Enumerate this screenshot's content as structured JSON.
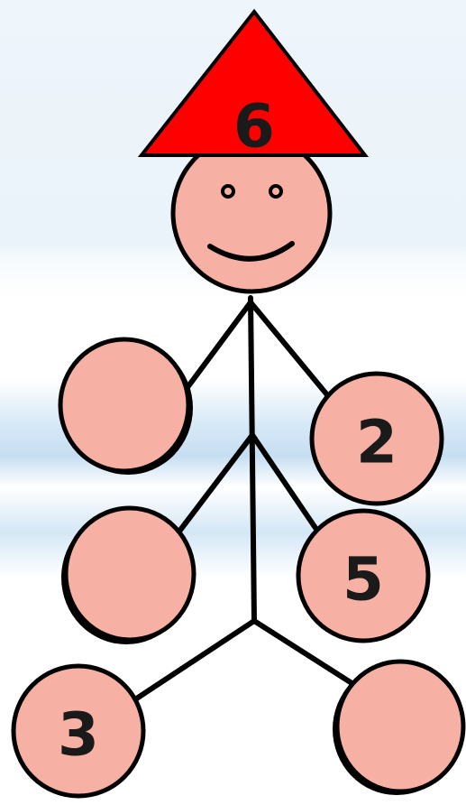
{
  "colors": {
    "triangle_fill": "#ff0000",
    "circle_fill": "#f7b0a4",
    "stroke": "#000000"
  },
  "diagram": {
    "top_number": "6",
    "circles": {
      "left_upper": "",
      "right_upper": "2",
      "left_middle": "",
      "right_middle": "5",
      "left_bottom": "3",
      "right_bottom": ""
    }
  }
}
